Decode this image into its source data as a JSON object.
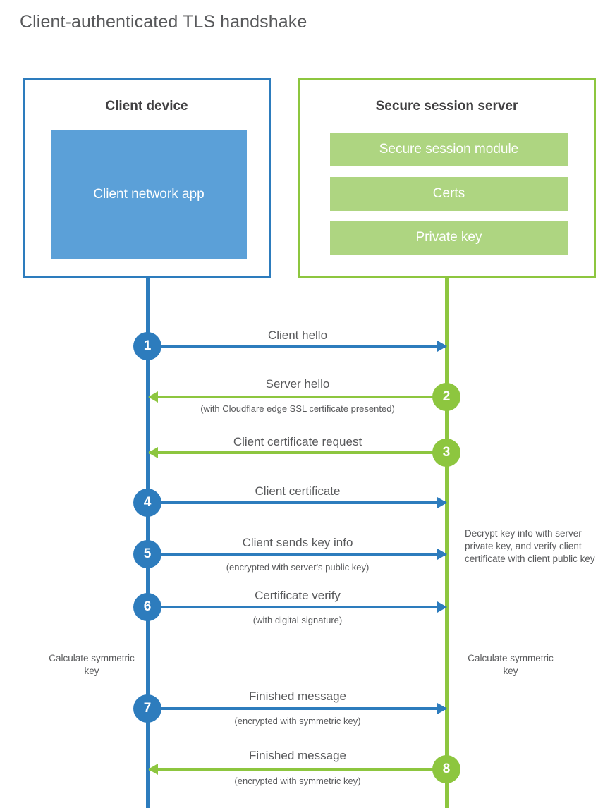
{
  "diagram": {
    "title": "Client-authenticated TLS handshake",
    "colors": {
      "blue_stroke": "#2d7cbd",
      "blue_fill": "#5ba0d8",
      "green_stroke": "#8dc63f",
      "green_fill": "#aed581",
      "text": "#58595b",
      "heading_text": "#414042",
      "background": "#ffffff"
    },
    "parties": {
      "client": {
        "title": "Client device",
        "blocks": [
          {
            "label": "Client network app"
          }
        ]
      },
      "server": {
        "title": "Secure session server",
        "blocks": [
          {
            "label": "Secure session module"
          },
          {
            "label": "Certs"
          },
          {
            "label": "Private key"
          }
        ]
      }
    },
    "steps": [
      {
        "number": "1",
        "label": "Client hello",
        "sub": "",
        "direction": "client-to-server",
        "color": "blue"
      },
      {
        "number": "2",
        "label": "Server hello",
        "sub": "(with Cloudflare edge SSL certificate presented)",
        "direction": "server-to-client",
        "color": "green"
      },
      {
        "number": "3",
        "label": "Client certificate request",
        "sub": "",
        "direction": "server-to-client",
        "color": "green"
      },
      {
        "number": "4",
        "label": "Client certificate",
        "sub": "",
        "direction": "client-to-server",
        "color": "blue"
      },
      {
        "number": "5",
        "label": "Client sends key info",
        "sub": "(encrypted with server's public key)",
        "direction": "client-to-server",
        "color": "blue"
      },
      {
        "number": "6",
        "label": "Certificate verify",
        "sub": "(with digital signature)",
        "direction": "client-to-server",
        "color": "blue"
      },
      {
        "number": "7",
        "label": "Finished message",
        "sub": "(encrypted with symmetric key)",
        "direction": "client-to-server",
        "color": "blue"
      },
      {
        "number": "8",
        "label": "Finished message",
        "sub": "(encrypted with symmetric key)",
        "direction": "server-to-client",
        "color": "green"
      }
    ],
    "notes": {
      "server_decrypt": "Decrypt key info with server private key, and verify client certificate with client public key",
      "client_calculate": "Calculate symmetric key",
      "server_calculate": "Calculate symmetric key"
    }
  }
}
